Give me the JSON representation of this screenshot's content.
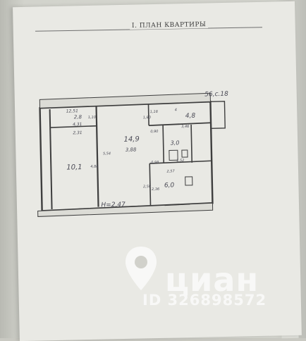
{
  "document": {
    "title": "I. ПЛАН КВАРТИРЫ"
  },
  "plan": {
    "labels": {
      "top_right": "56,с.18",
      "top_wall": "12,51",
      "room_small_area": "2,8",
      "room_small_len1": "4,31",
      "room_small_len2": "2,31",
      "room_small_tick": "1,10",
      "room_left_area": "10,1",
      "room_left_len": "4,88",
      "room_main_area": "14,9",
      "room_main_len": "3,88",
      "room_main_side": "5,54",
      "closet_h": "1,80",
      "closet_h2": "1,18",
      "closet_w": "0,90",
      "corridor_area": "4,8",
      "corridor_len": "3,46",
      "corridor_tick": "4",
      "bath_area": "3,0",
      "bath_w": "1,52",
      "passage_w": "0,98",
      "kitchen_top": "2,57",
      "kitchen_area": "6,0",
      "kitchen_side1": "2,58",
      "kitchen_side2": "2,36",
      "height": "H=2,47"
    }
  },
  "watermark": {
    "brand": "циан",
    "id": "ID 326898572",
    "icon": "map-pin-icon"
  }
}
